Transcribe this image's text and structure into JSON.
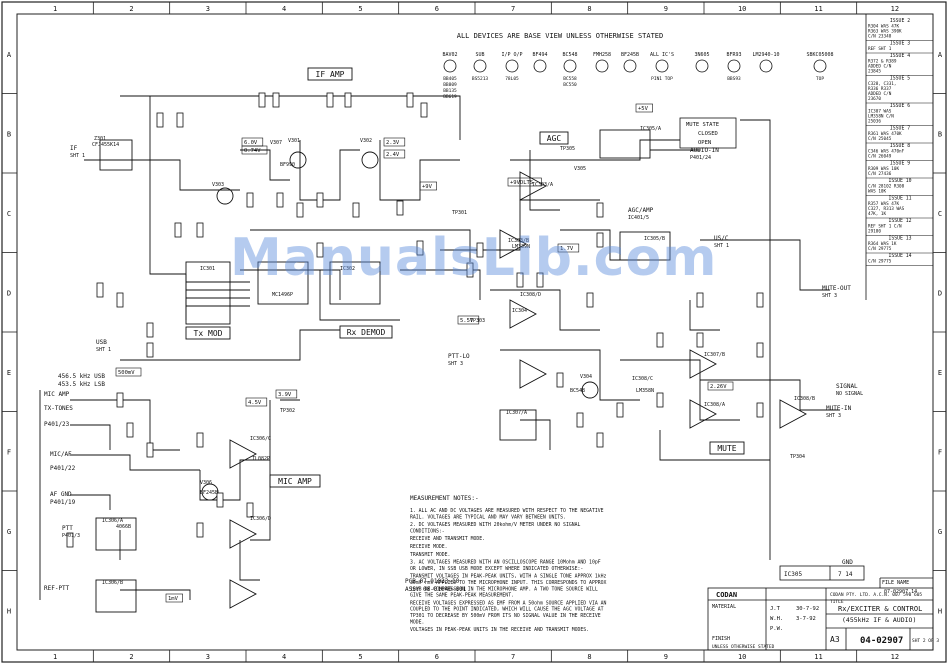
{
  "grid": {
    "columns": [
      "1",
      "2",
      "3",
      "4",
      "5",
      "6",
      "7",
      "8",
      "9",
      "10",
      "11",
      "12"
    ],
    "rows": [
      "A",
      "B",
      "C",
      "D",
      "E",
      "F",
      "G",
      "H"
    ]
  },
  "header_note": "ALL DEVICES ARE BASE VIEW UNLESS OTHERWISE STATED",
  "watermark": "ManualsLib.com",
  "blocks": {
    "if_amp": "IF AMP",
    "agc": "AGC",
    "tx_mod": "Tx MOD",
    "rx_demod": "Rx DEMOD",
    "mic_amp": "MIC AMP",
    "mute": "MUTE"
  },
  "device_legend": [
    {
      "type": "BAV02",
      "extra": [
        "BB405",
        "BB809",
        "BB135",
        "BB619"
      ]
    },
    {
      "type": "SUB",
      "extra": [
        "BS5213"
      ]
    },
    {
      "type": "I/P O/P",
      "extra": [
        "78L05"
      ]
    },
    {
      "type": "BF494",
      "extra": []
    },
    {
      "type": "BC548",
      "extra": [
        "BC558",
        "BC550"
      ]
    },
    {
      "type": "FMH258",
      "extra": []
    },
    {
      "type": "BF245B",
      "extra": []
    },
    {
      "type": "ALL IC'S",
      "extra": [
        "PIN1 TOP"
      ]
    },
    {
      "type": "3N605",
      "extra": []
    },
    {
      "type": "BFR93",
      "extra": [
        "BBS93"
      ]
    },
    {
      "type": "LM2940-10",
      "extra": []
    },
    {
      "type": "SBKC05008",
      "extra": [
        "TOP"
      ]
    }
  ],
  "inputs": [
    {
      "label": "IF",
      "ref": "SHT 1"
    },
    {
      "label": "456.5 kHz USB",
      "ref": ""
    },
    {
      "label": "453.5 kHz LSB",
      "ref": ""
    },
    {
      "label": "MIC AMP",
      "ref": ""
    },
    {
      "label": "TX-TONES",
      "ref": ""
    },
    {
      "label": "P401/23",
      "ref": ""
    },
    {
      "label": "MIC/AF",
      "ref": ""
    },
    {
      "label": "P401/22",
      "ref": ""
    },
    {
      "label": "AF GND",
      "ref": ""
    },
    {
      "label": "P401/19",
      "ref": ""
    },
    {
      "label": "PTT",
      "ref": "P401/3"
    },
    {
      "label": "REF-PTT",
      "ref": ""
    },
    {
      "label": "USB",
      "ref": "SHT 1"
    },
    {
      "label": "PTT-LO",
      "ref": "SHT 3"
    }
  ],
  "outputs": [
    {
      "label": "AUDIO-IN",
      "ref": "P401/24"
    },
    {
      "label": "AGC/AMP",
      "ref": "IC401/5"
    },
    {
      "label": "MUTE-OUT",
      "ref": "SHT 3"
    },
    {
      "label": "MUTE-IN",
      "ref": "SHT 3"
    },
    {
      "label": "US/C",
      "ref": "SHT 1"
    },
    {
      "label": "SIGNAL",
      "ref": "NO SIGNAL"
    }
  ],
  "mute_state": {
    "title": "MUTE STATE",
    "closed": "CLOSED",
    "open": "OPEN"
  },
  "components": {
    "ics": [
      "IC301",
      "IC302",
      "IC303/A",
      "IC303/B",
      "IC304",
      "IC305/A",
      "IC305/B",
      "IC306/A",
      "IC306/B",
      "IC306/C",
      "IC306/D",
      "IC307/A",
      "IC307/B",
      "IC308/A",
      "IC308/B",
      "IC308/C",
      "IC308/D",
      "LM358N",
      "LM339N",
      "MC1496P",
      "4066B",
      "TL082P"
    ],
    "transistors": [
      "V301",
      "V302",
      "V303",
      "V304",
      "V305",
      "V306",
      "V307",
      "BF990",
      "BC548",
      "BF245B"
    ],
    "misc": [
      "Z301",
      "CFJ455K14",
      "TP301",
      "TP302",
      "TP303",
      "TP304",
      "TP305"
    ]
  },
  "voltages": [
    "+9V",
    "+5V",
    "+9VOLTS",
    "3.9V",
    "5.5V",
    "6.0V",
    "2.4V",
    "0.74V",
    "2.3V",
    "4.5V",
    "1.7V",
    "500mV",
    "1mV",
    "2.26V"
  ],
  "notes_title": "MEASUREMENT NOTES:-",
  "notes": [
    "1. ALL AC AND DC VOLTAGES ARE MEASURED WITH RESPECT TO THE NEGATIVE RAIL. VOLTAGES ARE TYPICAL AND MAY VARY BETWEEN UNITS.",
    "2. DC VOLTAGES MEASURED WITH 20kohm/V METER UNDER NO SIGNAL CONDITIONS:-",
    "RECEIVE AND TRANSMIT MODE.",
    "RECEIVE MODE.",
    "TRANSMIT MODE.",
    "3. AC VOLTAGES MEASURED WITH AN OSCILLOSCOPE RANGE 10Mohm AND 10pF OR LOWER, IN SSB USB MODE EXCEPT WHERE INDICATED OTHERWISE:-",
    "TRANSMIT VOLTAGES IN PEAK-PEAK UNITS, WITH A SINGLE TONE APPROX 1kHz 30mV rms APPLIED TO THE MICROPHONE INPUT. THIS CORRESPONDS TO APPROX 10dB OF COMPRESSION IN THE MICROPHONE AMP. A TWO TONE SOURCE WILL GIVE THE SAME PEAK-PEAK MEASUREMENT.",
    "RECEIVE VOLTAGES EXPRESSED AS EMF FROM A 50ohm SOURCE APPLIED VIA AN COUPLED TO THE POINT INDICATED, WHICH WILL CAUSE THE AGC VOLTAGE AT TP301 TO DECREASE BY 500mV FROM ITS NO SIGNAL VALUE IN THE RECEIVE MODE.",
    "VOLTAGES IN PEAK-PEAK UNITS IN THE RECEIVE AND TRANSMIT MODES."
  ],
  "revisions": [
    {
      "issue": "ISSUE 2",
      "text": "R304 WAS 47K R363 WAS 390K C/N 23348"
    },
    {
      "issue": "ISSUE 3",
      "text": "REF SHT 1"
    },
    {
      "issue": "ISSUE 4",
      "text": "R372 & R389 ADDED C/N 23845"
    },
    {
      "issue": "ISSUE 5",
      "text": "C328, C331, R336 R337 ADDED C/N 23670"
    },
    {
      "issue": "ISSUE 6",
      "text": "IC307 WAS LM358N C/N 25036"
    },
    {
      "issue": "ISSUE 7",
      "text": "R361 WAS 470K C/N 25045"
    },
    {
      "issue": "ISSUE 8",
      "text": "C346 WAS 470nF C/N 26049"
    },
    {
      "issue": "ISSUE 9",
      "text": "R309 WAS 10K C/N 27436"
    },
    {
      "issue": "ISSUE 10",
      "text": "C/N 28102 R308 WAS 10K"
    },
    {
      "issue": "ISSUE 11",
      "text": "R357 WAS 47K C327, R313 WAS 47K, 1K"
    },
    {
      "issue": "ISSUE 12",
      "text": "REF SHT 1 C/N 29180"
    },
    {
      "issue": "ISSUE 13",
      "text": "R364 WAS 1K C/N 29775"
    },
    {
      "issue": "ISSUE 14",
      "text": "C/N 29775"
    }
  ],
  "title_block": {
    "file_name_label": "FILE NAME",
    "file_name": "07-02907.14",
    "pcb": "PCB 07-01023-10",
    "assy": "ASSY 08-01040-001",
    "company": "CODAN",
    "company_full": "CODAN PTY. LTD. A.C.N. 007 590 605",
    "title_label": "TITLE",
    "title": "Rx/EXCITER & CONTROL",
    "subtitle": "(455kHz IF & AUDIO)",
    "size": "A3",
    "drawing_no": "04-02907",
    "sheet": "SHT 2 OF 3",
    "drawn": "J.T",
    "checked": "W.H.",
    "date1": "30-7-92",
    "date2": "3-7-92",
    "appd": "P.W.",
    "material": "MATERIAL",
    "finish": "FINISH",
    "tolerance_note": "UNLESS OTHERWISE STATED",
    "gnd": "GND",
    "gnd_pins": "7 14",
    "ic_ref": "IC305"
  }
}
